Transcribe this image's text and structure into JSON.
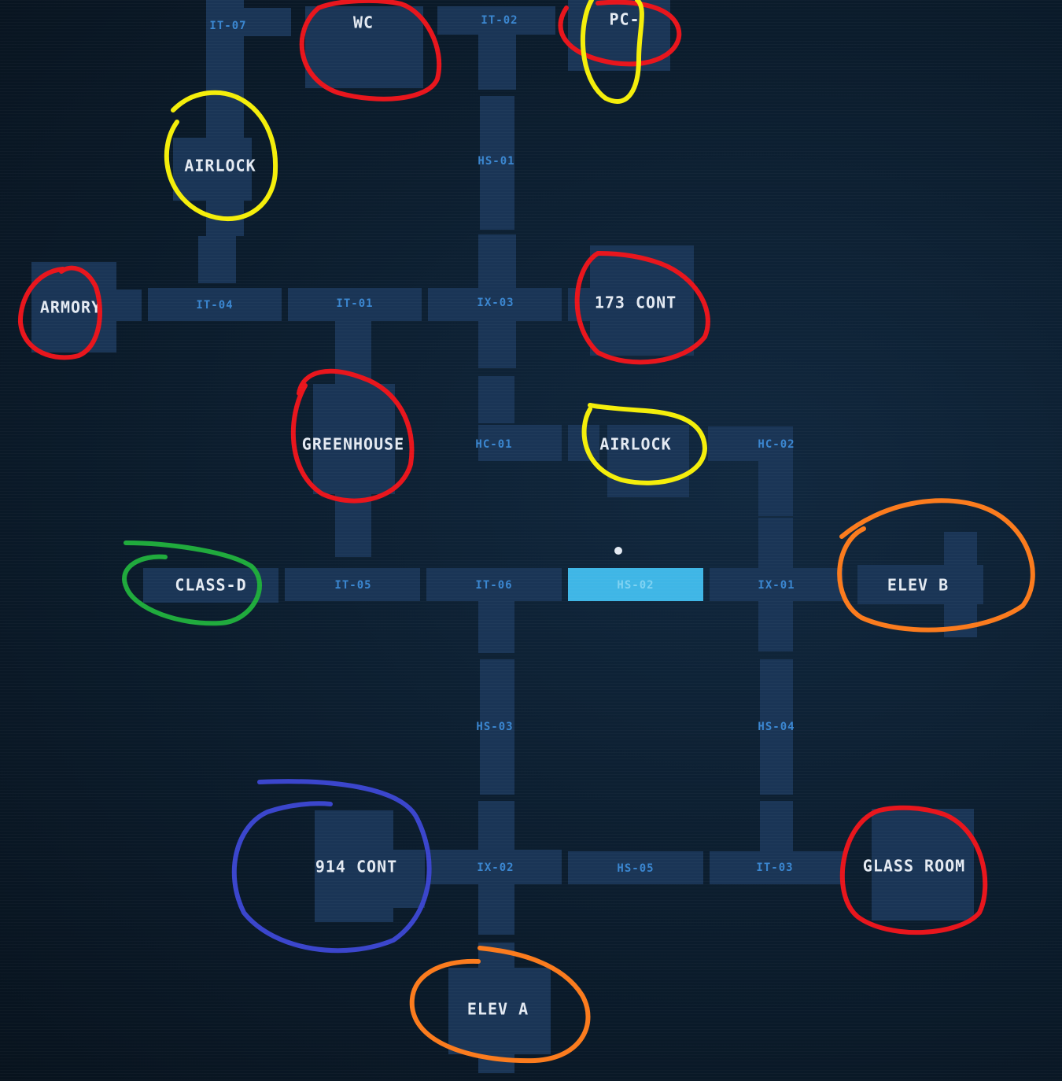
{
  "map": {
    "rooms": [
      {
        "id": "wc",
        "label": "WC"
      },
      {
        "id": "pc",
        "label": "PC-"
      },
      {
        "id": "airlock-nw",
        "label": "AIRLOCK"
      },
      {
        "id": "armory",
        "label": "ARMORY"
      },
      {
        "id": "cont-173",
        "label": "173 CONT"
      },
      {
        "id": "greenhouse",
        "label": "GREENHOUSE"
      },
      {
        "id": "airlock-c",
        "label": "AIRLOCK"
      },
      {
        "id": "class-d",
        "label": "CLASS-D"
      },
      {
        "id": "elev-b",
        "label": "ELEV B"
      },
      {
        "id": "cont-914",
        "label": "914 CONT"
      },
      {
        "id": "glass-room",
        "label": "GLASS ROOM"
      },
      {
        "id": "elev-a",
        "label": "ELEV A"
      }
    ],
    "corridors": [
      {
        "id": "it-07",
        "label": "IT-07"
      },
      {
        "id": "it-02",
        "label": "IT-02"
      },
      {
        "id": "hs-01",
        "label": "HS-01"
      },
      {
        "id": "it-04",
        "label": "IT-04"
      },
      {
        "id": "it-01",
        "label": "IT-01"
      },
      {
        "id": "ix-03",
        "label": "IX-03"
      },
      {
        "id": "hc-01",
        "label": "HC-01"
      },
      {
        "id": "hc-02",
        "label": "HC-02"
      },
      {
        "id": "it-05",
        "label": "IT-05"
      },
      {
        "id": "it-06",
        "label": "IT-06"
      },
      {
        "id": "hs-02",
        "label": "HS-02"
      },
      {
        "id": "ix-01",
        "label": "IX-01"
      },
      {
        "id": "hs-03",
        "label": "HS-03"
      },
      {
        "id": "hs-04",
        "label": "HS-04"
      },
      {
        "id": "ix-02",
        "label": "IX-02"
      },
      {
        "id": "hs-05",
        "label": "HS-05"
      },
      {
        "id": "it-03",
        "label": "IT-03"
      }
    ],
    "current_location": "HS-02",
    "colors": {
      "background": "#0b1c2c",
      "room_block": "#1a3556",
      "highlight": "#3fb6e6",
      "room_text": "#e4eaf2",
      "corridor_text": "#3a86d0",
      "annotation_red": "#e8151c",
      "annotation_yellow": "#f4ee0a",
      "annotation_orange": "#fb7b1d",
      "annotation_green": "#1faa3c",
      "annotation_blue": "#3a45cc"
    }
  }
}
